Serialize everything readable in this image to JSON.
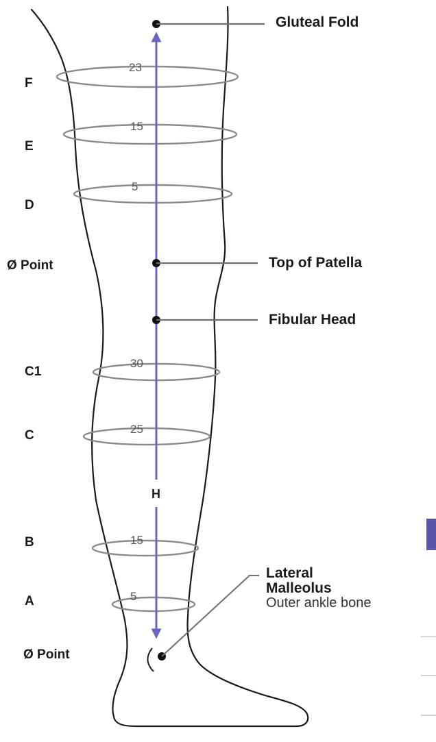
{
  "left_labels": [
    "F",
    "E",
    "D",
    "Ø Point",
    "C1",
    "C",
    "B",
    "A",
    "Ø Point"
  ],
  "circumference_numbers": [
    "23",
    "15",
    "5",
    "30",
    "25",
    "15",
    "5"
  ],
  "landmarks": {
    "gluteal_fold": "Gluteal Fold",
    "top_of_patella": "Top of Patella",
    "fibular_head": "Fibular Head",
    "lateral_malleolus_line1": "Lateral",
    "lateral_malleolus_line2": "Malleolus",
    "lateral_malleolus_sub": "Outer ankle bone"
  },
  "height_marker": "H",
  "colors": {
    "axis": "#6a64c4",
    "leg_outline": "#1a1a1a",
    "rings": "#8a8a8a",
    "leader_lines": "#6e6e6e",
    "edge_box": "#5a55a8"
  }
}
